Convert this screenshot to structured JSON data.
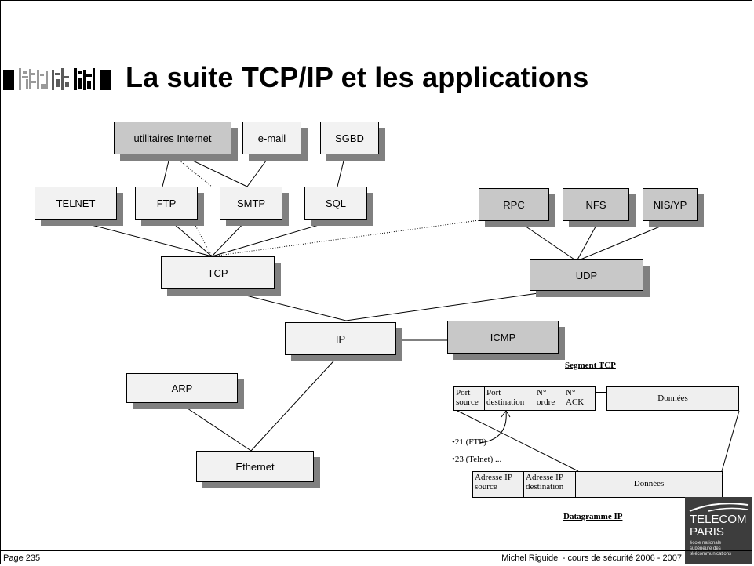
{
  "title": "La suite TCP/IP et les applications",
  "nodes": {
    "utilitaires": "utilitaires Internet",
    "email": "e-mail",
    "sgbd": "SGBD",
    "telnet": "TELNET",
    "ftp": "FTP",
    "smtp": "SMTP",
    "sql": "SQL",
    "rpc": "RPC",
    "nfs": "NFS",
    "nis": "NIS/YP",
    "tcp": "TCP",
    "udp": "UDP",
    "ip": "IP",
    "icmp": "ICMP",
    "arp": "ARP",
    "ethernet": "Ethernet"
  },
  "tcp_segment": {
    "caption": "Segment TCP",
    "fields": [
      "Port source",
      "Port destination",
      "N° ordre",
      "N° ACK",
      "Données"
    ]
  },
  "ports": [
    "•21 (FTP)",
    "•23 (Telnet) ..."
  ],
  "ip_datagram": {
    "caption": "Datagramme IP",
    "fields": [
      "Adresse IP source",
      "Adresse IP destination",
      "Données"
    ]
  },
  "footer": {
    "page": "Page 235",
    "credit": "Michel Riguidel - cours de sécurité 2006 - 2007"
  },
  "logo": {
    "line1": "TELECOM",
    "line2": "PARIS",
    "line3": "école nationale",
    "line4": "supérieure des",
    "line5": "télécommunications"
  }
}
